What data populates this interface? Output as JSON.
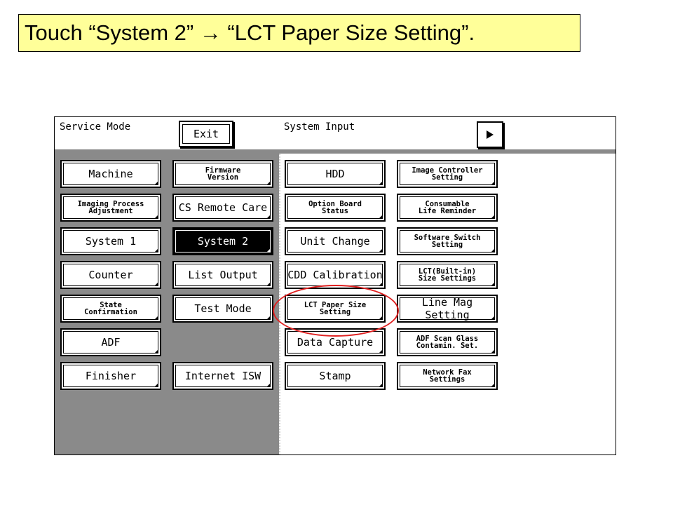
{
  "instruction": "Touch “System 2” → “LCT Paper Size Setting”.",
  "header": {
    "mode_title": "Service Mode",
    "exit_label": "Exit",
    "section_title": "System Input",
    "next_icon": "right-triangle-icon"
  },
  "left_col1": [
    {
      "label": "Machine"
    },
    {
      "label": "Imaging Process\nAdjustment"
    },
    {
      "label": "System 1"
    },
    {
      "label": "Counter"
    },
    {
      "label": "State\nConfirmation"
    },
    {
      "label": "ADF"
    },
    {
      "label": "Finisher"
    }
  ],
  "left_col2": [
    {
      "label": "Firmware\nVersion"
    },
    {
      "label": "CS Remote Care"
    },
    {
      "label": "System 2",
      "active": true
    },
    {
      "label": "List Output"
    },
    {
      "label": "Test Mode"
    },
    {
      "label": "Internet ISW"
    }
  ],
  "right_col1": [
    {
      "label": "HDD"
    },
    {
      "label": "Option Board\nStatus"
    },
    {
      "label": "Unit Change"
    },
    {
      "label": "CDD Calibration"
    },
    {
      "label": "LCT Paper Size\nSetting",
      "highlighted": true
    },
    {
      "label": "Data Capture"
    },
    {
      "label": "Stamp"
    }
  ],
  "right_col2": [
    {
      "label": "Image Controller\nSetting"
    },
    {
      "label": "Consumable\nLife Reminder"
    },
    {
      "label": "Software Switch\nSetting"
    },
    {
      "label": "LCT(Built-in)\nSize Settings"
    },
    {
      "label": "Line Mag Setting"
    },
    {
      "label": "ADF Scan Glass\nContamin. Set."
    },
    {
      "label": "Network Fax\nSettings"
    }
  ],
  "colors": {
    "highlight": "#e02020",
    "instruction_bg": "#ffff99",
    "panel_gray": "#8a8a8a"
  }
}
